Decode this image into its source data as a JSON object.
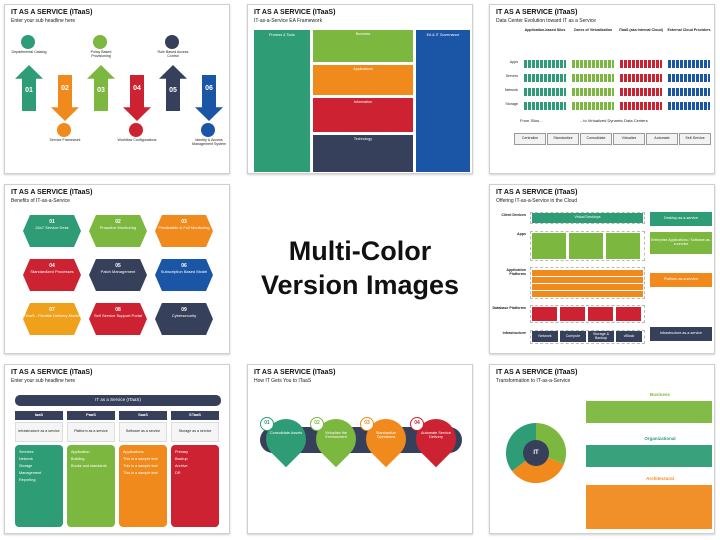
{
  "center": {
    "line1": "Multi-Color",
    "line2": "Version Images"
  },
  "slides": {
    "s1": {
      "title": "IT AS A SERVICE (ITaaS)",
      "subtitle": "Enter your sub headline here",
      "steps": [
        {
          "num": "01",
          "text": "Departmental Catalog",
          "color": "#2e9c74"
        },
        {
          "num": "02",
          "text": "Service Framework",
          "color": "#f08a1c"
        },
        {
          "num": "03",
          "text": "Policy Based Provisioning",
          "color": "#7cb73f"
        },
        {
          "num": "04",
          "text": "Workflow Configurations",
          "color": "#cc2231"
        },
        {
          "num": "05",
          "text": "Role Based Access Control",
          "color": "#37405a"
        },
        {
          "num": "06",
          "text": "Identity & Access Management System",
          "color": "#1b55a6"
        }
      ]
    },
    "s2": {
      "title": "IT AS A SERVICE (ITaaS)",
      "subtitle": "IT-as-a-Service EA Framework",
      "process": "Process & Tools",
      "business": "Business",
      "application": "Applications",
      "information": "Information",
      "technology": "Technology",
      "governance": "EA & IT Governance"
    },
    "s3": {
      "title": "IT AS A SERVICE (ITaaS)",
      "subtitle": "Data Center Evolution toward IT as a Service",
      "cols": [
        "Application-based Silos",
        "Zones of Virtualization",
        "ITaaS (aka Internal Cloud)",
        "External Cloud Providers"
      ],
      "rows": [
        "Apps",
        "Servers",
        "Network",
        "Storage"
      ],
      "from": "From Silos…",
      "to": "...to Virtualized Dynamic Data Centers",
      "steps": [
        "Centralize",
        "Standardize",
        "Consolidate",
        "Virtualize",
        "Automate",
        "Self-Service"
      ]
    },
    "s4": {
      "title": "IT AS A SERVICE (ITaaS)",
      "subtitle": "Benefits of IT-as-a-Service",
      "items": [
        {
          "num": "01",
          "text": "24x7 Service Desk",
          "color": "#2e9c74"
        },
        {
          "num": "02",
          "text": "Proactive Monitoring",
          "color": "#7cb73f"
        },
        {
          "num": "03",
          "text": "Predictable & Full Monitoring",
          "color": "#f08a1c"
        },
        {
          "num": "04",
          "text": "Standardized Processes",
          "color": "#cc2231"
        },
        {
          "num": "05",
          "text": "Patch Management",
          "color": "#37405a"
        },
        {
          "num": "06",
          "text": "Subscription Based Model",
          "color": "#1b55a6"
        },
        {
          "num": "07",
          "text": "ITaaS - Flexible Delivery Model",
          "color": "#f0a11c"
        },
        {
          "num": "08",
          "text": "Self Service Support Portal",
          "color": "#cc2231"
        },
        {
          "num": "09",
          "text": "Cybersecurity",
          "color": "#37405a"
        }
      ]
    },
    "s5": {
      "title": "IT AS A SERVICE (ITaaS)",
      "subtitle": "Offering IT-as-a-Service in the Cloud",
      "layers": [
        "Client Devices",
        "Apps",
        "Application Platforms",
        "Database Platforms",
        "Infrastructure"
      ],
      "offers": [
        "Desktop-as-a-service",
        "Enterprise Applications / Software-as-a-service",
        "Platform-as-a-service",
        "Infrastructure-as-a-service"
      ],
      "vd": "Virtual Desktops",
      "infra": [
        "Network",
        "Compute",
        "Storage & Backup",
        "vBlock"
      ]
    },
    "s6": {
      "title": "IT AS A SERVICE (ITaaS)",
      "subtitle": "Enter your sub headline here",
      "top": "IT as a Service (ITaaS)",
      "cols": [
        {
          "name": "IaaS",
          "desc": "Infrastructure as a service",
          "items": [
            "Services",
            "Network",
            "Storage",
            "Management",
            "Reporting"
          ],
          "color": "#2e9c74"
        },
        {
          "name": "PaaS",
          "desc": "Platform as a service",
          "items": [
            "Application",
            "Building",
            "Books and standards"
          ],
          "color": "#7cb73f"
        },
        {
          "name": "SaaS",
          "desc": "Software as a service",
          "items": [
            "Applications",
            "This is a sample text",
            "This is a sample text",
            "This is a sample text"
          ],
          "color": "#f08a1c"
        },
        {
          "name": "STaaS",
          "desc": "Storage as a service",
          "items": [
            "Primary",
            "Backup",
            "Archive",
            "DR"
          ],
          "color": "#cc2231"
        }
      ]
    },
    "s7": {
      "title": "IT AS A SERVICE (ITaaS)",
      "subtitle": "How IT Gets You to ITaaS",
      "items": [
        {
          "num": "01",
          "text": "Consolidate Assets",
          "color": "#2e9c74"
        },
        {
          "num": "02",
          "text": "Virtualize the Environment",
          "color": "#7cb73f"
        },
        {
          "num": "03",
          "text": "Standardize Operations",
          "color": "#f08a1c"
        },
        {
          "num": "04",
          "text": "Automate Service Delivery",
          "color": "#cc2231"
        }
      ]
    },
    "s8": {
      "title": "IT AS A SERVICE (ITaaS)",
      "subtitle": "Transformation to IT-as-a-Service",
      "center": "IT",
      "sections": [
        {
          "name": "Business",
          "color": "#7cb73f"
        },
        {
          "name": "Organizational",
          "color": "#2e9c74"
        },
        {
          "name": "Architectural",
          "color": "#f08a1c"
        }
      ]
    }
  }
}
